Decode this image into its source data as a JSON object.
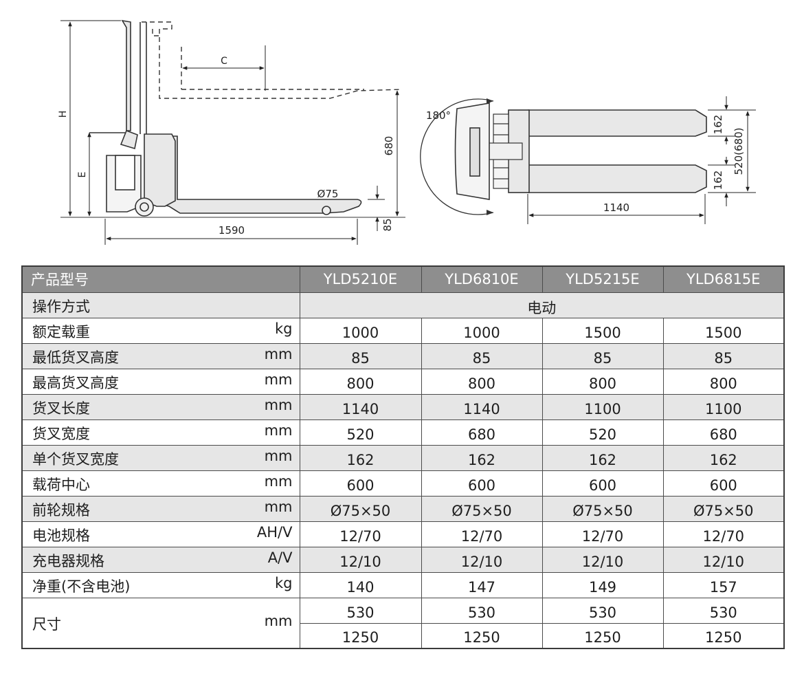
{
  "drawing": {
    "side_view": {
      "label_h": "H",
      "label_e": "E",
      "label_c": "C",
      "dim_680": "680",
      "dim_wheel": "Ø75",
      "dim_85": "85",
      "dim_1590": "1590"
    },
    "top_view": {
      "label_angle": "180°",
      "dim_162_top": "162",
      "dim_162_bottom": "162",
      "dim_width": "520(680)",
      "dim_1140": "1140"
    }
  },
  "table": {
    "header": {
      "label": "产品型号",
      "models": [
        "YLD5210E",
        "YLD6810E",
        "YLD5215E",
        "YLD6815E"
      ]
    },
    "operation": {
      "label": "操作方式",
      "value": "电动"
    },
    "rows": [
      {
        "label": "额定载重",
        "unit": "kg",
        "values": [
          "1000",
          "1000",
          "1500",
          "1500"
        ]
      },
      {
        "label": "最低货叉高度",
        "unit": "mm",
        "values": [
          "85",
          "85",
          "85",
          "85"
        ]
      },
      {
        "label": "最高货叉高度",
        "unit": "mm",
        "values": [
          "800",
          "800",
          "800",
          "800"
        ]
      },
      {
        "label": "货叉长度",
        "unit": "mm",
        "values": [
          "1140",
          "1140",
          "1100",
          "1100"
        ]
      },
      {
        "label": "货叉宽度",
        "unit": "mm",
        "values": [
          "520",
          "680",
          "520",
          "680"
        ]
      },
      {
        "label": "单个货叉宽度",
        "unit": "mm",
        "values": [
          "162",
          "162",
          "162",
          "162"
        ]
      },
      {
        "label": "载荷中心",
        "unit": "mm",
        "values": [
          "600",
          "600",
          "600",
          "600"
        ]
      },
      {
        "label": "前轮规格",
        "unit": "mm",
        "values": [
          "Ø75×50",
          "Ø75×50",
          "Ø75×50",
          "Ø75×50"
        ]
      },
      {
        "label": "电池规格",
        "unit": "AH/V",
        "values": [
          "12/70",
          "12/70",
          "12/70",
          "12/70"
        ]
      },
      {
        "label": "充电器规格",
        "unit": "A/V",
        "values": [
          "12/10",
          "12/10",
          "12/10",
          "12/10"
        ]
      },
      {
        "label": "净重(不含电池)",
        "unit": "kg",
        "values": [
          "140",
          "147",
          "149",
          "157"
        ]
      }
    ],
    "size": {
      "label": "尺寸",
      "unit": "mm",
      "row_a": [
        "530",
        "530",
        "530",
        "530"
      ],
      "row_b": [
        "1250",
        "1250",
        "1250",
        "1250"
      ]
    }
  }
}
